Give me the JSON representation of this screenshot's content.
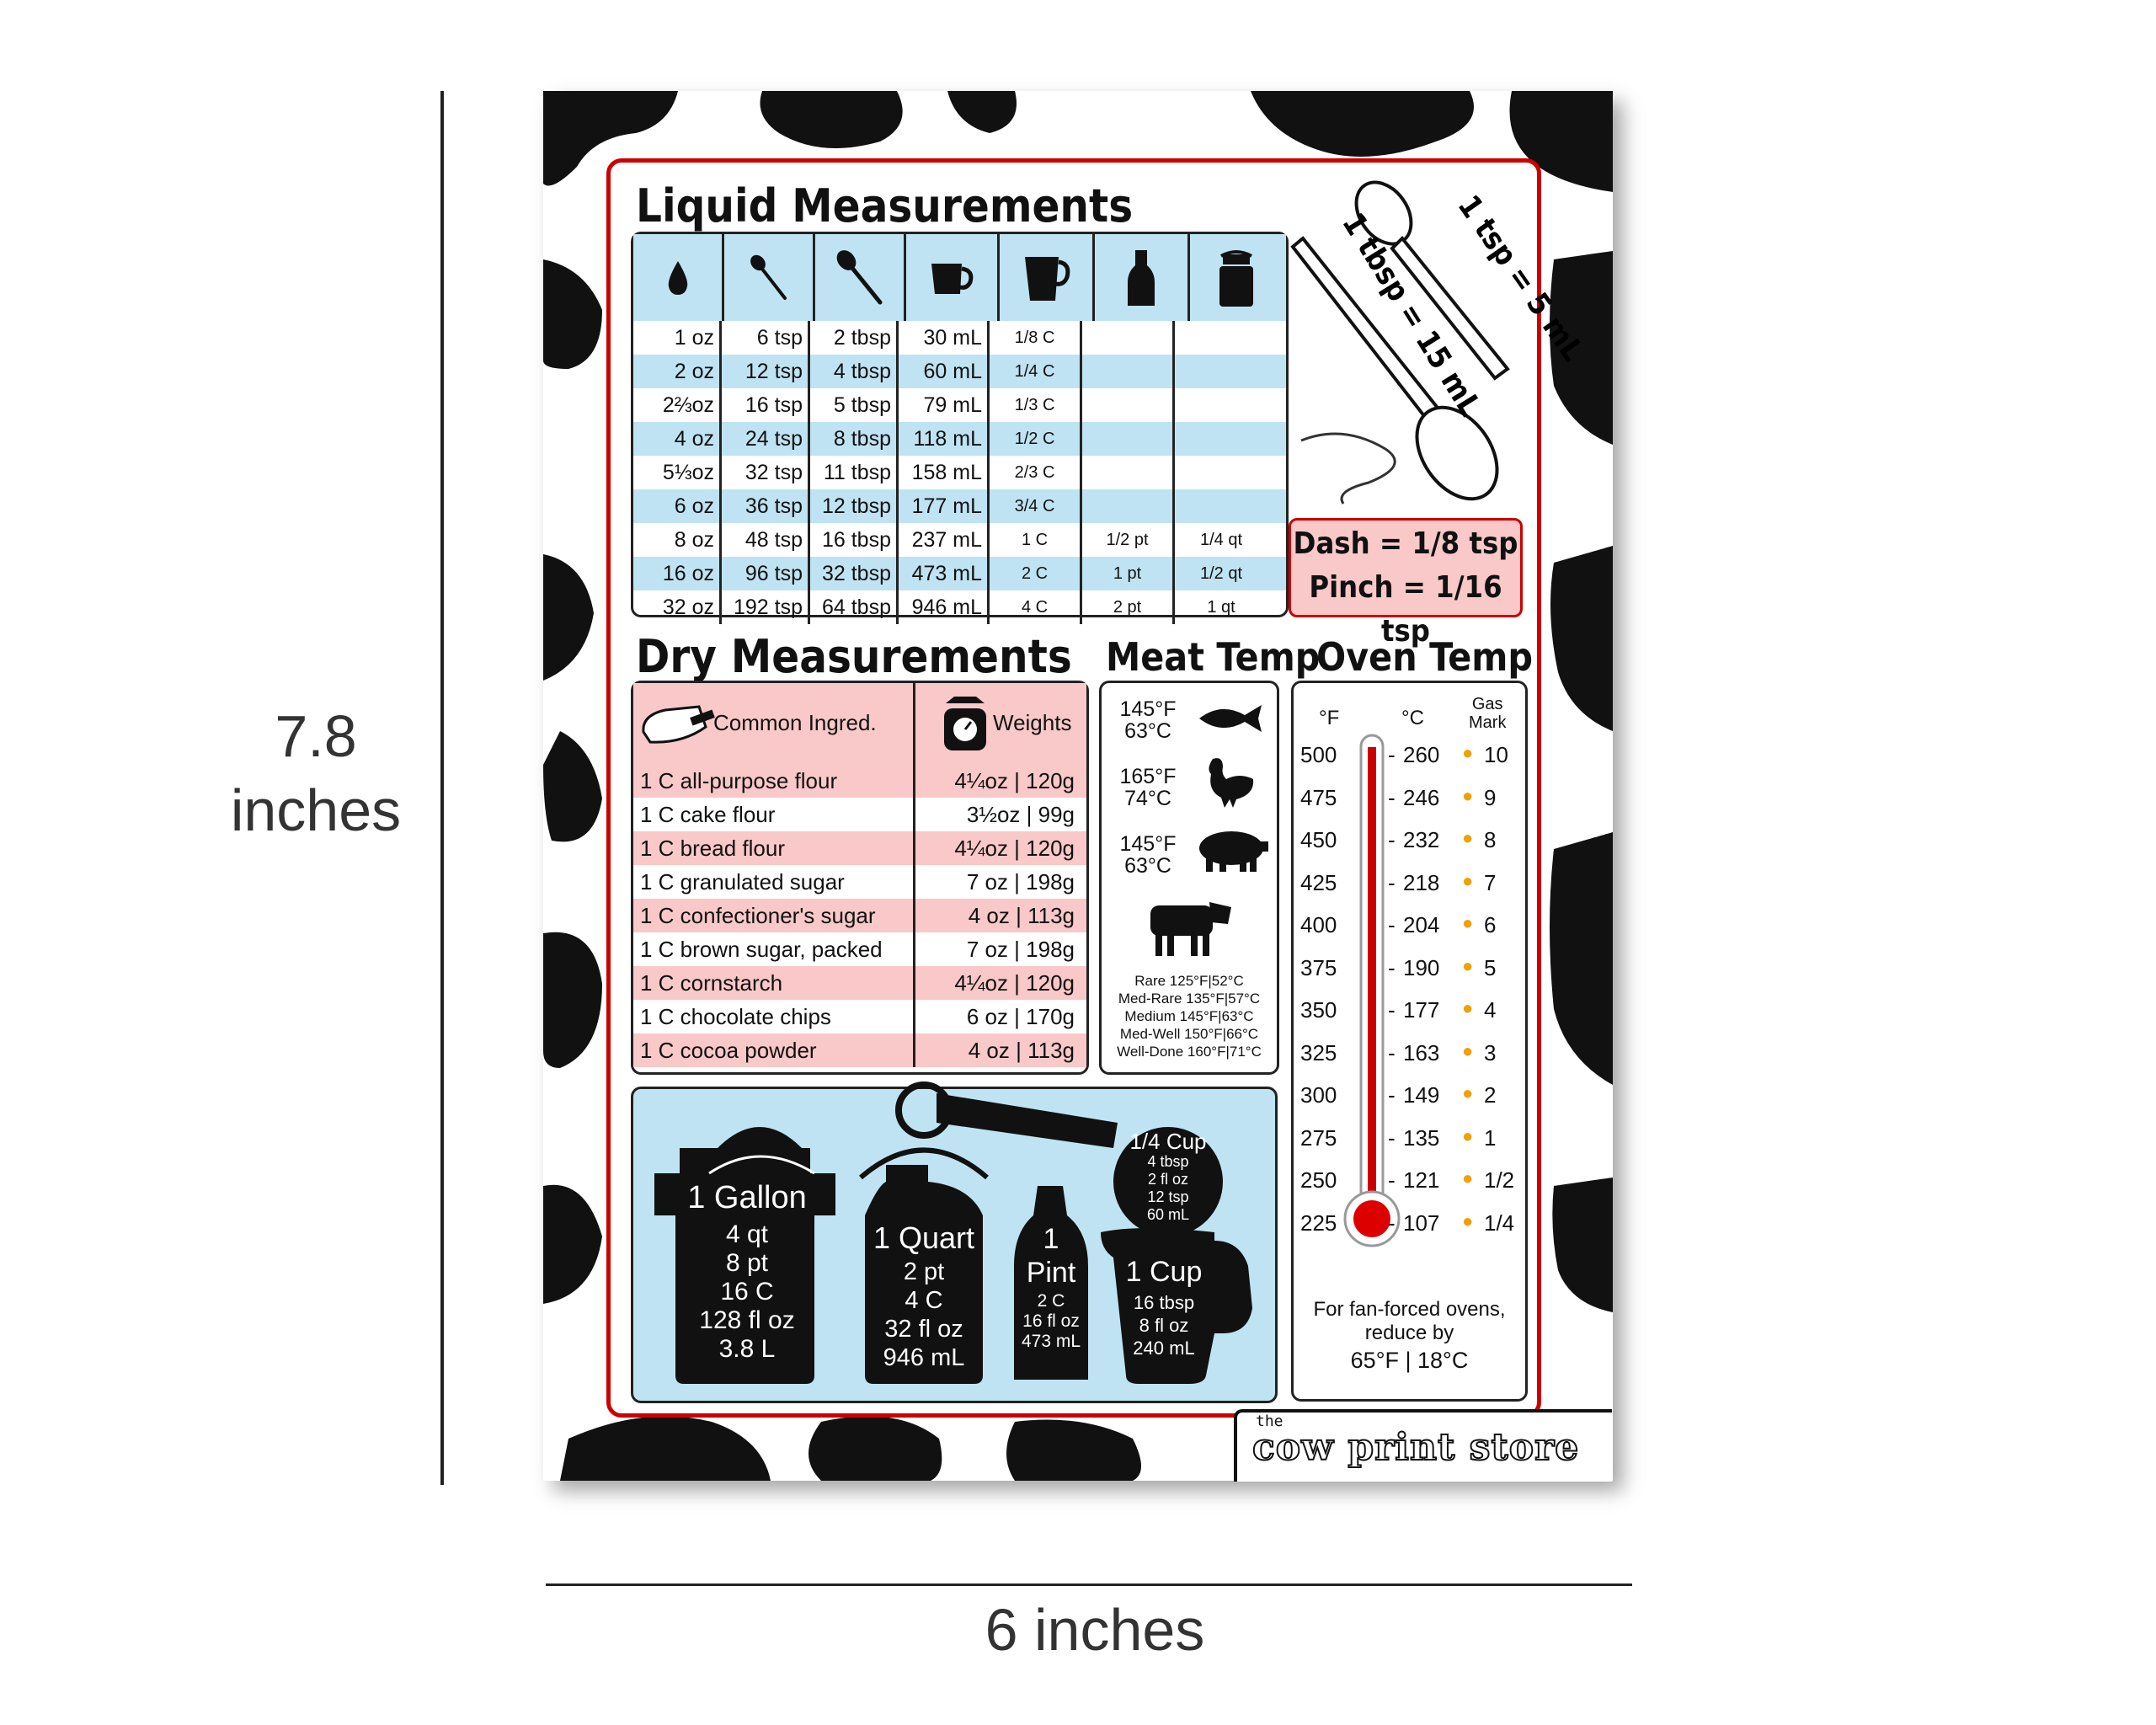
{
  "dimensions": {
    "height_label": "7.8\ninches",
    "width_label": "6 inches"
  },
  "liquid": {
    "title": "Liquid Measurements",
    "icons": [
      "drop-icon",
      "teaspoon-icon",
      "tablespoon-icon",
      "measuring-cup-small-icon",
      "measuring-cup-icon",
      "milk-bottle-icon",
      "milk-can-icon"
    ],
    "rows": [
      [
        "1 oz",
        "6 tsp",
        "2 tbsp",
        "30 mL",
        "1/8 C",
        "",
        ""
      ],
      [
        "2 oz",
        "12 tsp",
        "4 tbsp",
        "60 mL",
        "1/4 C",
        "",
        ""
      ],
      [
        "2⅔oz",
        "16 tsp",
        "5 tbsp",
        "79 mL",
        "1/3 C",
        "",
        ""
      ],
      [
        "4 oz",
        "24 tsp",
        "8 tbsp",
        "118 mL",
        "1/2 C",
        "",
        ""
      ],
      [
        "5⅓oz",
        "32 tsp",
        "11 tbsp",
        "158 mL",
        "2/3 C",
        "",
        ""
      ],
      [
        "6 oz",
        "36 tsp",
        "12 tbsp",
        "177 mL",
        "3/4 C",
        "",
        ""
      ],
      [
        "8 oz",
        "48 tsp",
        "16 tbsp",
        "237 mL",
        "1 C",
        "1/2 pt",
        "1/4 qt"
      ],
      [
        "16 oz",
        "96 tsp",
        "32 tbsp",
        "473 mL",
        "2 C",
        "1 pt",
        "1/2 qt"
      ],
      [
        "32 oz",
        "192 tsp",
        "64 tbsp",
        "946 mL",
        "4 C",
        "2 pt",
        "1 qt"
      ]
    ]
  },
  "spoons": {
    "tsp": "1 tsp = 5 mL",
    "tbsp": "1 tbsp = 15 mL"
  },
  "dash": {
    "line1": "Dash = 1/8 tsp",
    "line2": "Pinch = 1/16 tsp"
  },
  "dry": {
    "title": "Dry Measurements",
    "col1": "Common Ingred.",
    "col2": "Weights",
    "rows": [
      [
        "1 C all-purpose flour",
        "4¼oz | 120g"
      ],
      [
        "1 C cake flour",
        "3½oz | 99g"
      ],
      [
        "1 C bread flour",
        "4¼oz | 120g"
      ],
      [
        "1 C granulated sugar",
        "7 oz | 198g"
      ],
      [
        "1 C confectioner's sugar",
        "4 oz | 113g"
      ],
      [
        "1 C brown sugar, packed",
        "7 oz | 198g"
      ],
      [
        "1 C cornstarch",
        "4¼oz | 120g"
      ],
      [
        "1 C chocolate chips",
        "6 oz | 170g"
      ],
      [
        "1 C cocoa powder",
        "4 oz | 113g"
      ]
    ]
  },
  "meat": {
    "title": "Meat Temp",
    "fish": [
      "145°F",
      "63°C"
    ],
    "chicken": [
      "165°F",
      "74°C"
    ],
    "pork": [
      "145°F",
      "63°C"
    ],
    "doneness": [
      "Rare 125°F|52°C",
      "Med-Rare 135°F|57°C",
      "Medium 145°F|63°C",
      "Med-Well 150°F|66°C",
      "Well-Done 160°F|71°C"
    ]
  },
  "oven": {
    "title": "Oven Temp",
    "col_f": "°F",
    "col_c": "°C",
    "col_gas": "Gas\nMark",
    "rows": [
      [
        "500",
        "260",
        "10"
      ],
      [
        "475",
        "246",
        "9"
      ],
      [
        "450",
        "232",
        "8"
      ],
      [
        "425",
        "218",
        "7"
      ],
      [
        "400",
        "204",
        "6"
      ],
      [
        "375",
        "190",
        "5"
      ],
      [
        "350",
        "177",
        "4"
      ],
      [
        "325",
        "163",
        "3"
      ],
      [
        "300",
        "149",
        "2"
      ],
      [
        "275",
        "135",
        "1"
      ],
      [
        "250",
        "121",
        "1/2"
      ],
      [
        "225",
        "107",
        "1/4"
      ]
    ],
    "note1": "For fan-forced ovens,",
    "note2": "reduce by",
    "note3": "65°F | 18°C"
  },
  "containers": {
    "gallon": [
      "1 Gallon",
      "4 qt",
      "8 pt",
      "16 C",
      "128 fl oz",
      "3.8 L"
    ],
    "quart": [
      "1 Quart",
      "2 pt",
      "4 C",
      "32 fl oz",
      "946 mL"
    ],
    "pint": [
      "1",
      "Pint",
      "2 C",
      "16 fl oz",
      "473 mL"
    ],
    "cup": [
      "1 Cup",
      "16 tbsp",
      "8 fl oz",
      "240 mL"
    ],
    "quarter": [
      "1/4 Cup",
      "4 tbsp",
      "2 fl oz",
      "12 tsp",
      "60 mL"
    ]
  },
  "brand": {
    "small": "the",
    "name": "cow print store"
  },
  "colors": {
    "accent_red": "#cc0000",
    "blue": "#bfe3f3",
    "pink": "#f9c8c8"
  }
}
